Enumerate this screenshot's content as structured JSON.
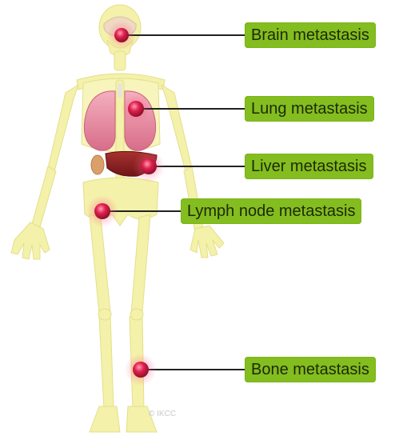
{
  "labels": {
    "brain": "Brain metastasis",
    "lung": "Lung metastasis",
    "liver": "Liver metastasis",
    "lymph": "Lymph node metastasis",
    "bone": "Bone metastasis"
  },
  "copyright": "© IKCC",
  "colors": {
    "label_bg": "#84bd1f",
    "skeleton": "#f3f0a4",
    "lungs": "#e68aa0",
    "liver": "#8b1f24",
    "tumor": "#d81b45",
    "leader_line": "#222222"
  }
}
